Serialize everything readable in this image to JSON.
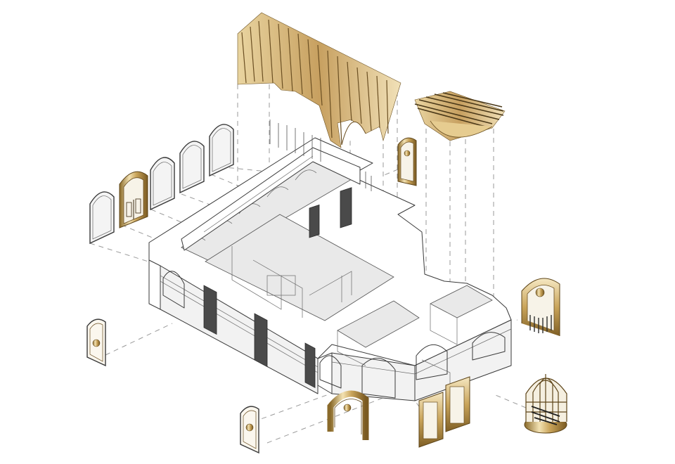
{
  "palette": {
    "gold_light": "#f3e2b3",
    "gold": "#c9a45a",
    "gold_dark": "#8a6a2a",
    "line": "#3a3a3a",
    "dash": "#9a9a9a",
    "floor": "#e9e9e9",
    "shutter": "#4a4a4a"
  },
  "components": [
    {
      "id": "ceiling-fins-canopy",
      "icon": "gold-slatted-vault"
    },
    {
      "id": "ceiling-fins-small",
      "icon": "gold-slatted-dome"
    },
    {
      "id": "arched-window-row",
      "count": 6,
      "icon": "arched-window"
    },
    {
      "id": "standalone-arched-door",
      "count": 3,
      "icon": "gold-arch-door"
    },
    {
      "id": "gold-portal-frames",
      "count": 4,
      "icon": "gold-arch-portal"
    },
    {
      "id": "birdcage-pavilion",
      "icon": "gold-birdcage"
    },
    {
      "id": "building-shell",
      "icon": "exploded-axonometric"
    }
  ]
}
